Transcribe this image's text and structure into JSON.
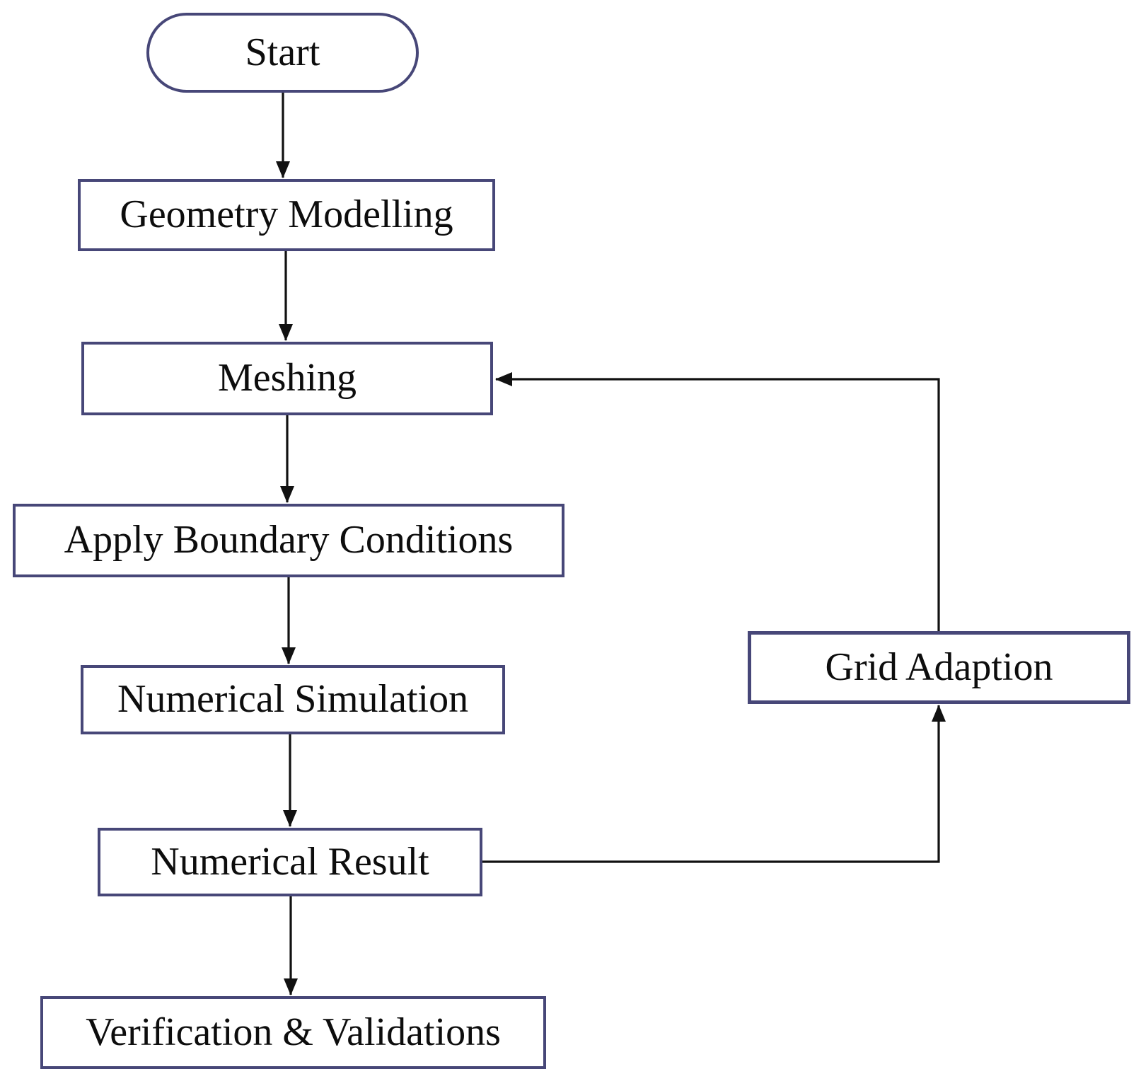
{
  "diagram": {
    "type": "flowchart",
    "colors": {
      "background": "#ffffff",
      "node_border": "#474778",
      "node_fill": "#ffffff",
      "text": "#0d0d0d",
      "arrow": "#111111"
    },
    "nodes": [
      {
        "id": "start",
        "label": "Start",
        "shape": "stadium"
      },
      {
        "id": "geometry-modelling",
        "label": "Geometry Modelling",
        "shape": "rect"
      },
      {
        "id": "meshing",
        "label": "Meshing",
        "shape": "rect"
      },
      {
        "id": "apply-boundary-conditions",
        "label": "Apply Boundary Conditions",
        "shape": "rect"
      },
      {
        "id": "numerical-simulation",
        "label": "Numerical Simulation",
        "shape": "rect"
      },
      {
        "id": "numerical-result",
        "label": "Numerical Result",
        "shape": "rect"
      },
      {
        "id": "verification-validations",
        "label": "Verification & Validations",
        "shape": "rect"
      },
      {
        "id": "grid-adaption",
        "label": "Grid Adaption",
        "shape": "rect"
      }
    ],
    "edges": [
      {
        "from": "start",
        "to": "geometry-modelling"
      },
      {
        "from": "geometry-modelling",
        "to": "meshing"
      },
      {
        "from": "meshing",
        "to": "apply-boundary-conditions"
      },
      {
        "from": "apply-boundary-conditions",
        "to": "numerical-simulation"
      },
      {
        "from": "numerical-simulation",
        "to": "numerical-result"
      },
      {
        "from": "numerical-result",
        "to": "verification-validations"
      },
      {
        "from": "numerical-result",
        "to": "grid-adaption"
      },
      {
        "from": "grid-adaption",
        "to": "meshing"
      }
    ]
  }
}
